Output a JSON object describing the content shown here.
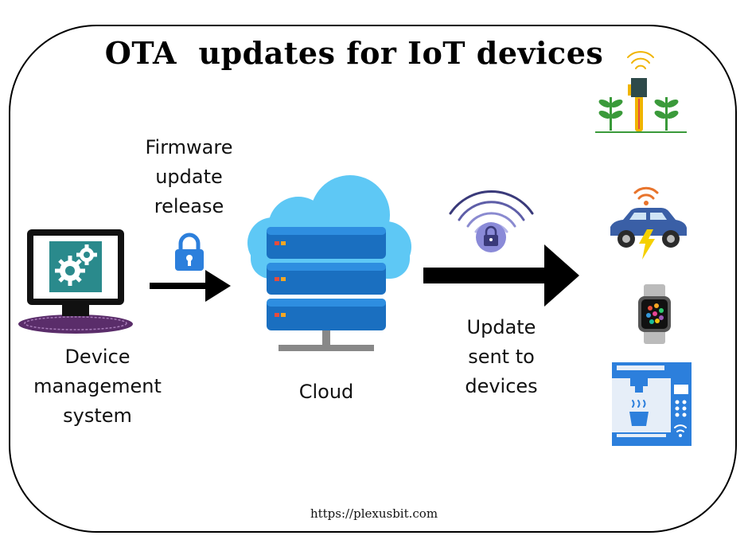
{
  "title": "OTA  updates for IoT devices",
  "labels": {
    "firmware": "Firmware\nupdate\nrelease",
    "device_mgmt": "Device\nmanagement\nsystem",
    "cloud": "Cloud",
    "update_sent": "Update\nsent to\ndevices"
  },
  "footer": "https://plexusbit.com",
  "icons": [
    "monitor-gears-icon",
    "padlock-icon",
    "cloud-server-icon",
    "wifi-lock-icon",
    "smart-farm-icon",
    "connected-car-icon",
    "smartwatch-icon",
    "smart-coffee-machine-icon"
  ],
  "colors": {
    "accent_blue": "#2c7fdc",
    "cloud": "#5ec8f5",
    "server": "#1a6fc0",
    "frame": "#000000"
  }
}
